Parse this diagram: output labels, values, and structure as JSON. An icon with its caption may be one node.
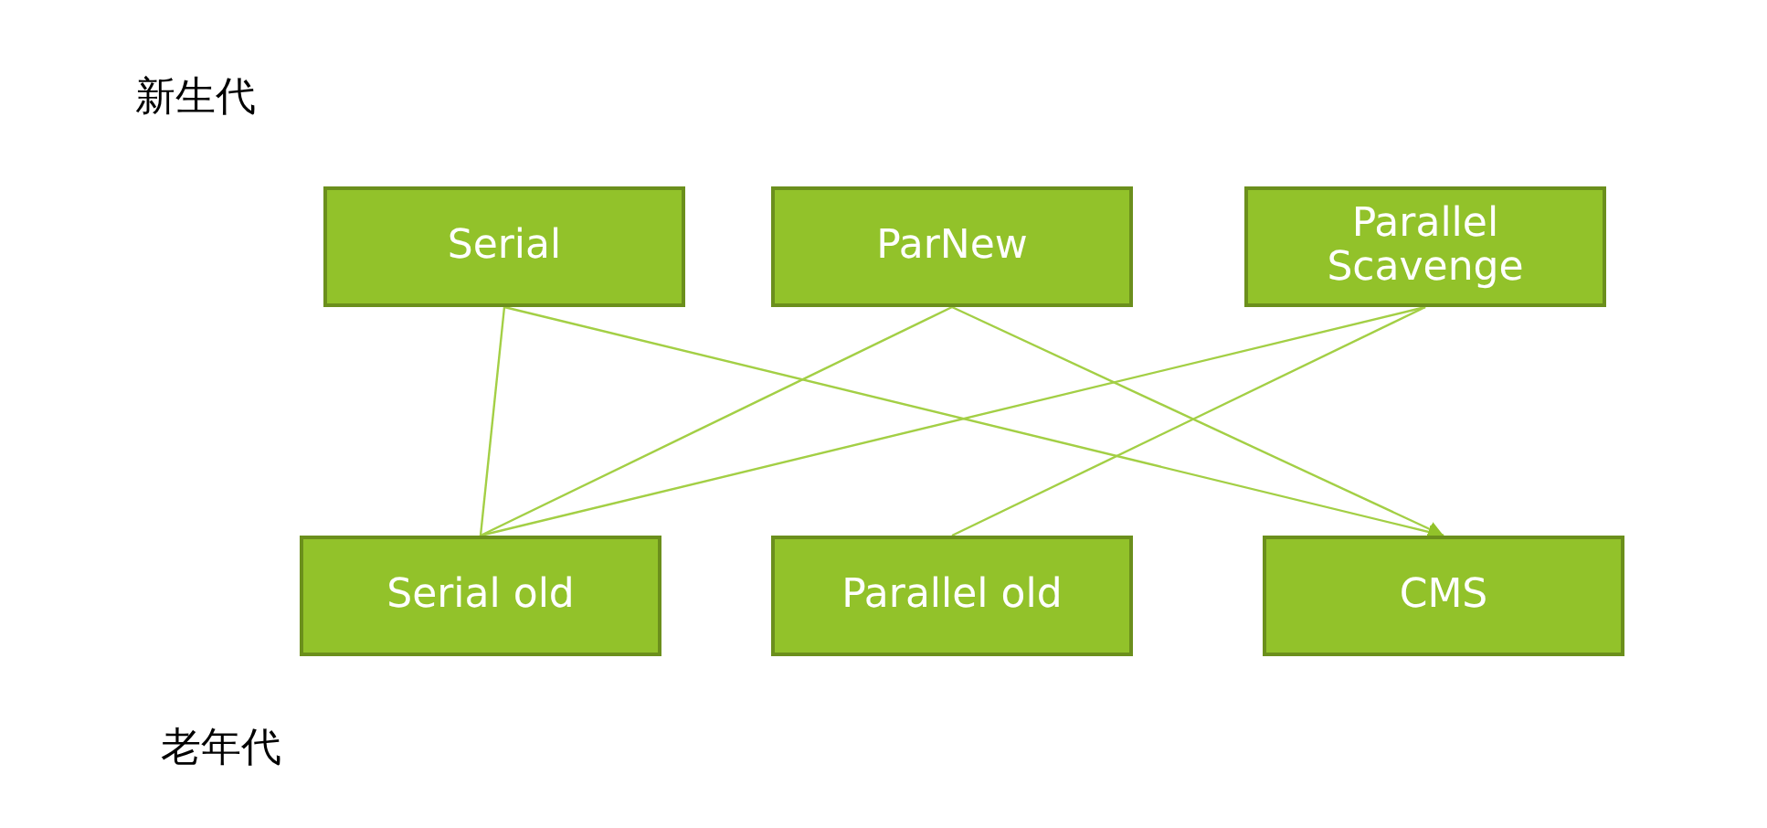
{
  "diagram": {
    "nodes": [
      {
        "text": [
          "Serial"
        ]
      },
      {
        "text": [
          "ParNew"
        ]
      },
      {
        "text": [
          "Parallel Scavenge"
        ]
      },
      {
        "text": [
          "Serial old"
        ]
      },
      {
        "text": [
          "Parallel old"
        ]
      },
      {
        "text": [
          "CMS"
        ]
      }
    ],
    "edges": [
      {
        "from": 0,
        "to": 3,
        "arrow": "none"
      },
      {
        "from": 0,
        "to": 5,
        "arrow": "to"
      },
      {
        "from": 1,
        "to": 3,
        "arrow": "none"
      },
      {
        "from": 1,
        "to": 5,
        "arrow": "to"
      },
      {
        "from": 2,
        "to": 3,
        "arrow": "none"
      },
      {
        "from": 2,
        "to": 4,
        "arrow": "none"
      }
    ],
    "labels": [
      "新生代",
      "老年代"
    ]
  }
}
